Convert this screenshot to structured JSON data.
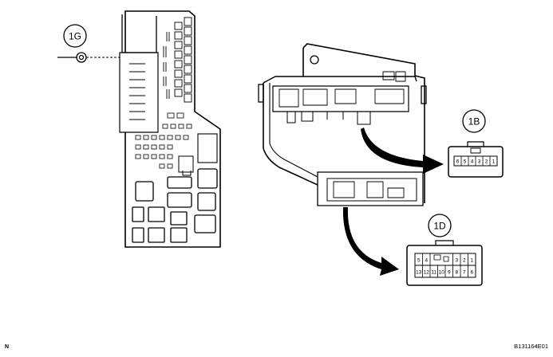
{
  "callouts": {
    "ground": "1G",
    "conn_b": "1B",
    "conn_d": "1D"
  },
  "connector_b": {
    "pins": [
      "6",
      "5",
      "4",
      "3",
      "2",
      "1"
    ]
  },
  "connector_d": {
    "row1": [
      "5",
      "4",
      "",
      "",
      "3",
      "2",
      "1"
    ],
    "row2": [
      "13",
      "12",
      "11",
      "10",
      "9",
      "8",
      "7",
      "6"
    ]
  },
  "footer": {
    "orientation": "N",
    "figure_id": "B131164E01"
  }
}
